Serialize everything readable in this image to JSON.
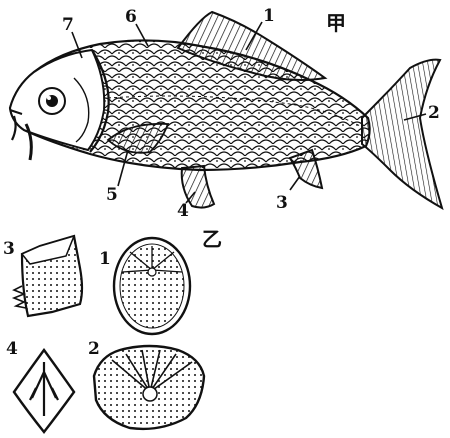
{
  "panel_a": {
    "title": "甲",
    "labels": [
      "1",
      "2",
      "3",
      "4",
      "5",
      "6",
      "7"
    ]
  },
  "panel_b": {
    "title": "乙",
    "labels": [
      "1",
      "2",
      "3",
      "4"
    ]
  },
  "colors": {
    "ink": "#111111",
    "paper": "#ffffff"
  }
}
